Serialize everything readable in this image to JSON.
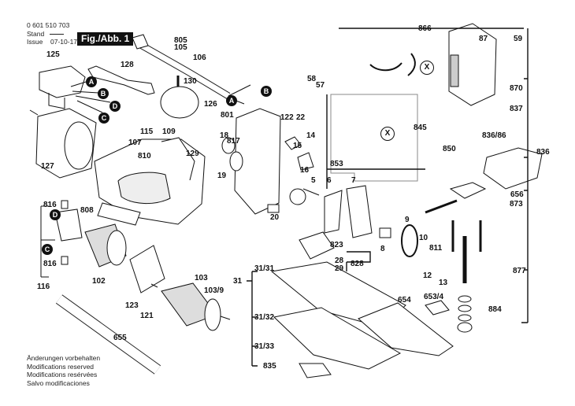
{
  "header": {
    "part_number": "0 601 510 703",
    "stand_label": "Stand",
    "issue_label": "Issue",
    "issue_date": "07-10-17",
    "figure_label": "Fig./Abb. 1"
  },
  "notes": [
    "Änderungen vorbehalten",
    "Modifications reserved",
    "Modifications resérvées",
    "Salvo modificaciones"
  ],
  "callouts": {
    "A": "A",
    "B": "B",
    "C": "C",
    "D": "D",
    "X": "X"
  },
  "parts": {
    "p125": "125",
    "p128": "128",
    "p805": "805",
    "p105": "105",
    "p106": "106",
    "p130": "130",
    "p126": "126",
    "p127": "127",
    "p115": "115",
    "p107": "107",
    "p810": "810",
    "p109": "109",
    "p129": "129",
    "p801": "801",
    "p18": "18",
    "p817": "817",
    "p122": "122",
    "p22": "22",
    "p14": "14",
    "p15": "15",
    "p16": "16",
    "p5": "5",
    "p19": "19",
    "p20": "20",
    "p58": "58",
    "p57": "57",
    "p866": "866",
    "p87": "87",
    "p59": "59",
    "p870": "870",
    "p837": "837",
    "p836_86": "836/86",
    "p845": "845",
    "p850": "850",
    "p853": "853",
    "p836": "836",
    "p656": "656",
    "p873": "873",
    "p6": "6",
    "p7": "7",
    "p9": "9",
    "p10": "10",
    "p811": "811",
    "p8": "8",
    "p12": "12",
    "p13": "13",
    "p823": "823",
    "p28": "28",
    "p29": "29",
    "p828": "828",
    "p877": "877",
    "p816a": "816",
    "p816b": "816",
    "p808": "808",
    "p116": "116",
    "p102": "102",
    "p103": "103",
    "p103_9": "103/9",
    "p123": "123",
    "p121": "121",
    "p31": "31",
    "p31_31": "31/31",
    "p31_32": "31/32",
    "p31_33": "31/33",
    "p835": "835",
    "p654": "654",
    "p653_4": "653/4",
    "p884": "884",
    "p655": "655"
  }
}
